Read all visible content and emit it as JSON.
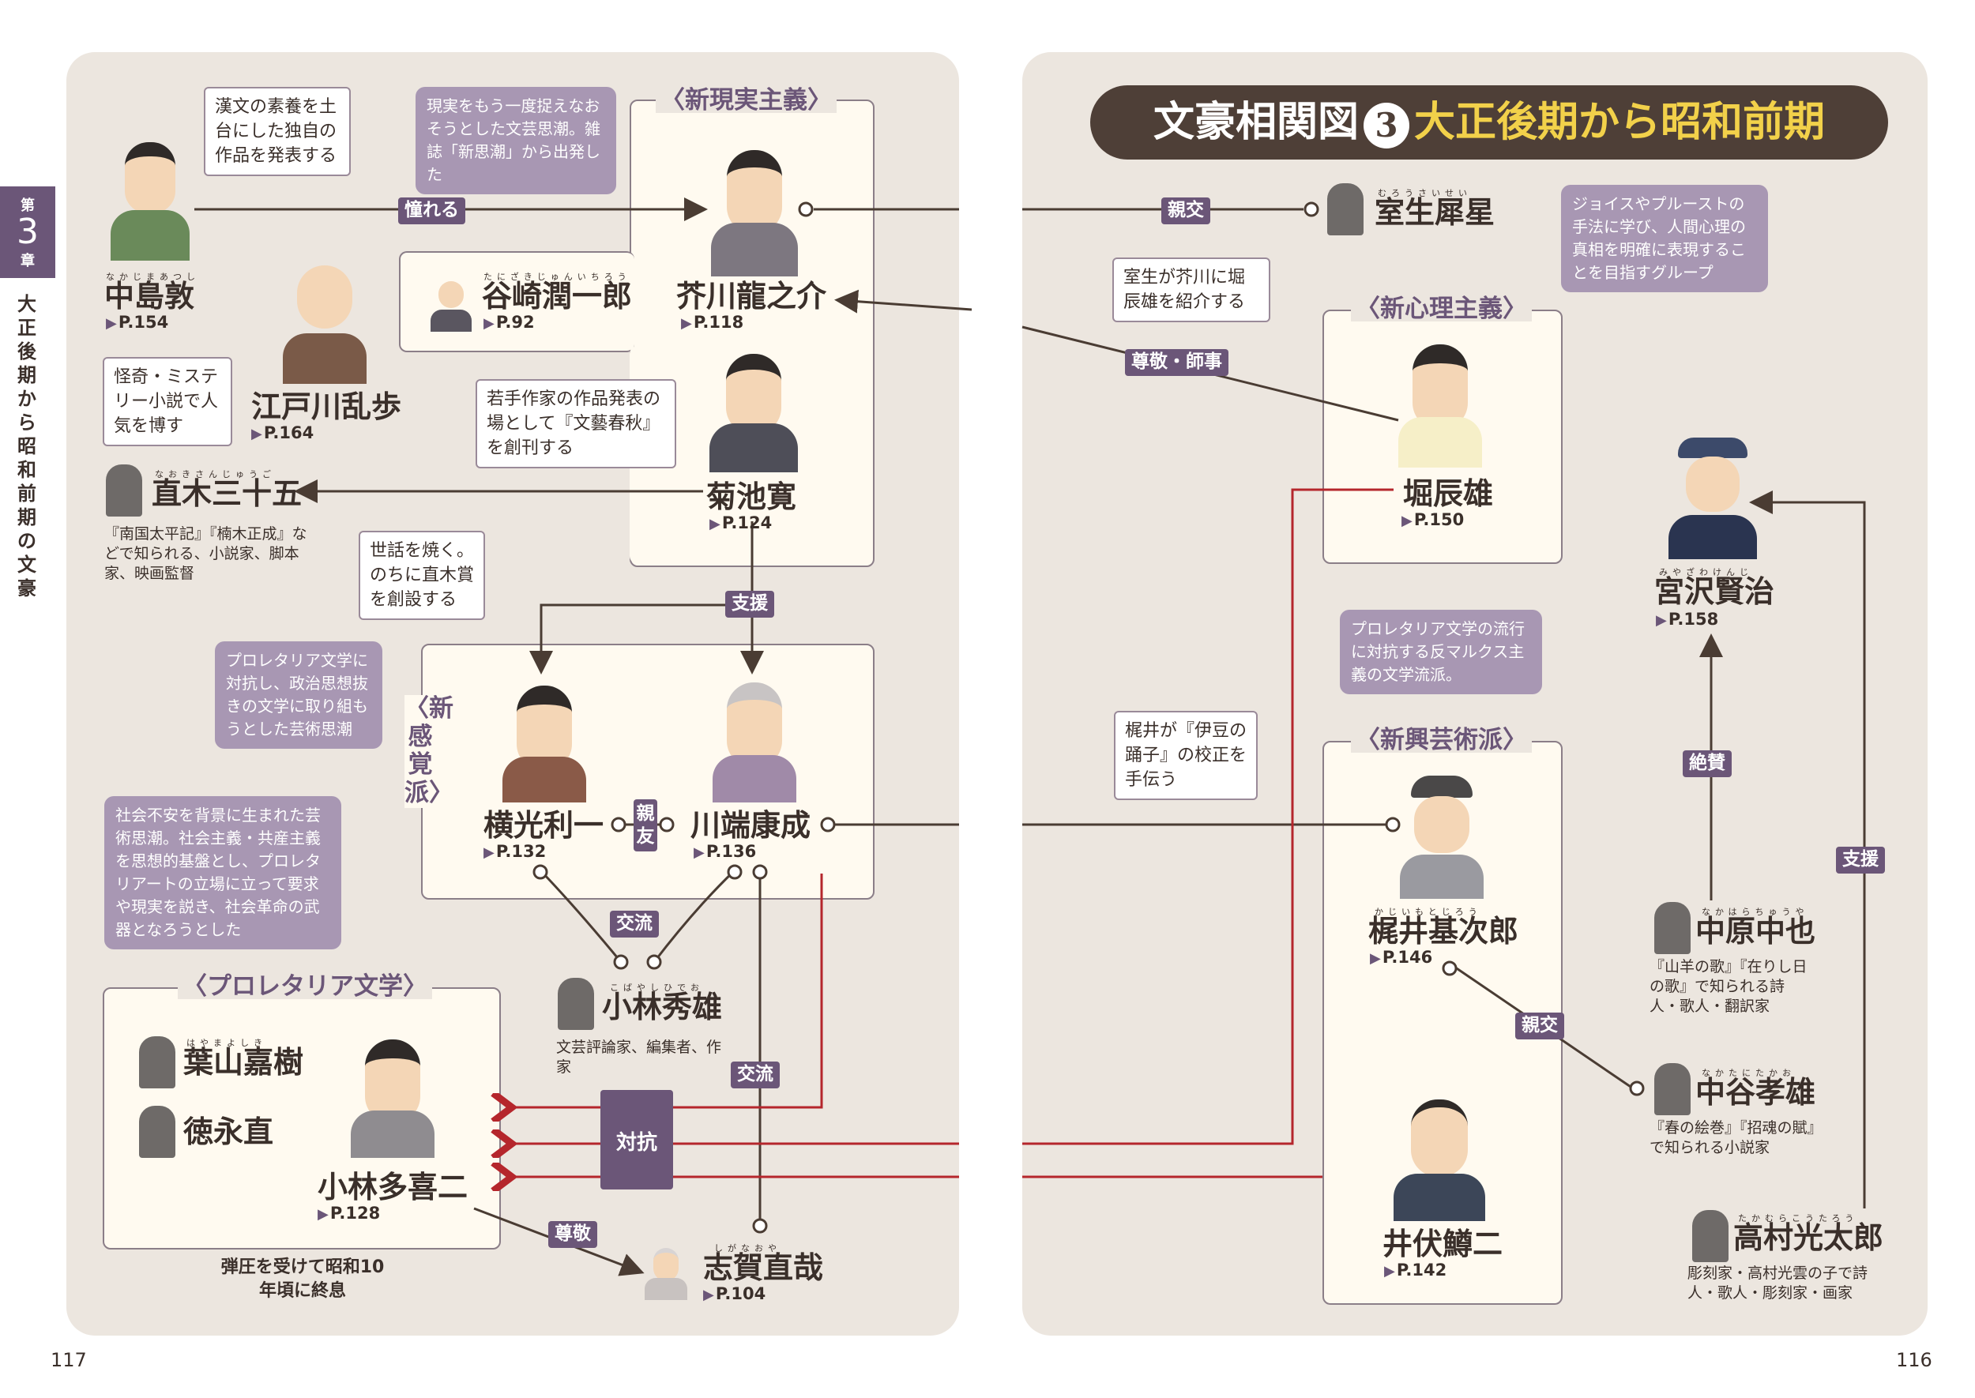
{
  "title": {
    "main": "文豪相関図",
    "num": "3",
    "sub": "大正後期から昭和前期"
  },
  "chapter": {
    "label": "第",
    "num": "3",
    "suffix": "章",
    "vertical": "大正後期から昭和前期の文豪"
  },
  "pages": {
    "left": "117",
    "right": "116"
  },
  "groups": {
    "shingenjitsu": "〈新現実主義〉",
    "shinkankaku": "〈新感覚派〉",
    "proletaria": "〈プロレタリア文学〉",
    "shinshinri": "〈新心理主義〉",
    "shinko": "〈新興芸術派〉"
  },
  "people": {
    "nakajima": {
      "name": "中島敦",
      "ruby": "なかじまあつし",
      "ref": "P.154"
    },
    "tanizaki": {
      "name": "谷崎潤一郎",
      "ruby": "たにざきじゅんいちろう",
      "ref": "P.92"
    },
    "akutagawa": {
      "name": "芥川龍之介",
      "ruby": "",
      "ref": "P.118"
    },
    "edogawa": {
      "name": "江戸川乱歩",
      "ruby": "",
      "ref": "P.164"
    },
    "naoki": {
      "name": "直木三十五",
      "ruby": "なおきさんじゅうご",
      "desc": "『南国太平記』『楠木正成』などで知られる、小説家、脚本家、映画監督"
    },
    "kikuchi": {
      "name": "菊池寛",
      "ruby": "",
      "ref": "P.124"
    },
    "yokomitsu": {
      "name": "横光利一",
      "ruby": "",
      "ref": "P.132"
    },
    "kawabata": {
      "name": "川端康成",
      "ruby": "",
      "ref": "P.136"
    },
    "kobayashi_h": {
      "name": "小林秀雄",
      "ruby": "こばやしひでお",
      "desc": "文芸評論家、編集者、作家"
    },
    "hayama": {
      "name": "葉山嘉樹",
      "ruby": "はやまよしき"
    },
    "tokunaga": {
      "name": "徳永直"
    },
    "kobayashi_t": {
      "name": "小林多喜二",
      "ruby": "",
      "ref": "P.128"
    },
    "shiga": {
      "name": "志賀直哉",
      "ruby": "しがなおや",
      "ref": "P.104"
    },
    "murou": {
      "name": "室生犀星",
      "ruby": "むろうさいせい"
    },
    "hori": {
      "name": "堀辰雄",
      "ruby": "",
      "ref": "P.150"
    },
    "miyazawa": {
      "name": "宮沢賢治",
      "ruby": "みやざわけんじ",
      "ref": "P.158"
    },
    "kajii": {
      "name": "梶井基次郎",
      "ruby": "かじいもとじろう",
      "ref": "P.146"
    },
    "nakahara": {
      "name": "中原中也",
      "ruby": "なかはらちゅうや",
      "desc": "『山羊の歌』『在りし日の歌』で知られる詩人・歌人・翻訳家"
    },
    "nakatani": {
      "name": "中谷孝雄",
      "ruby": "なかたにたかお",
      "desc": "『春の絵巻』『招魂の賦』で知られる小説家"
    },
    "ibuse": {
      "name": "井伏鱒二",
      "ruby": "",
      "ref": "P.142"
    },
    "takamura": {
      "name": "高村光太郎",
      "ruby": "たかむらこうたろう",
      "desc": "彫刻家・高村光雲の子で詩人・歌人・彫刻家・画家"
    }
  },
  "notes": {
    "nakajima": "漢文の素養を土台にした独自の作品を発表する",
    "shingenjitsu": "現実をもう一度捉えなおそうとした文芸思潮。雑誌「新思潮」から出発した",
    "edogawa": "怪奇・ミステリー小説で人気を博す",
    "kikuchi": "若手作家の作品発表の場として『文藝春秋』を創刊する",
    "naoki_sewa": "世話を焼く。のちに直木賞を創設する",
    "shinkankaku": "プロレタリア文学に対抗し、政治思想抜きの文学に取り組もうとした芸術思潮",
    "proletaria": "社会不安を背景に生まれた芸術思潮。社会主義・共産主義を思想的基盤とし、プロレタリアートの立場に立って要求や現実を説き、社会革命の武器となろうとした",
    "proletaria_end": "弾圧を受けて昭和10年頃に終息",
    "murou": "室生が芥川に堀辰雄を紹介する",
    "shinshinri": "ジョイスやプルーストの手法に学び、人間心理の真相を明確に表現することを目指すグループ",
    "shinko": "プロレタリア文学の流行に対抗する反マルクス主義の文学流派。",
    "kajii": "梶井が『伊豆の踊子』の校正を手伝う"
  },
  "relations": {
    "akogare": "憧れる",
    "shien": "支援",
    "shinyu": "親友",
    "koryu": "交流",
    "taiko": "対抗",
    "sonkei": "尊敬",
    "shinko": "親交",
    "sonkei_shiji": "尊敬・師事",
    "zessan": "絶賛"
  },
  "colors": {
    "accent": "#6b5678",
    "conflict": "#b5262c",
    "line": "#4a3c33",
    "page": "#ece6df",
    "box": "#fffaf0"
  }
}
